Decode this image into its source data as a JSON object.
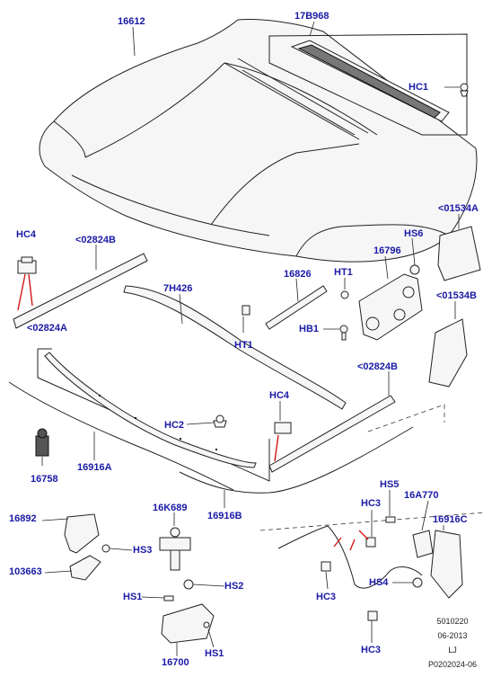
{
  "labels": {
    "hood": "16612",
    "cowl_vent_grille": "17B968",
    "hc1": "HC1",
    "hc4_left": "HC4",
    "seal_02824b_left": "<02824B",
    "bracket_01534a": "<01534A",
    "hs6": "HS6",
    "latch_16796": "16796",
    "strut_16826": "16826",
    "ht1_top": "HT1",
    "seal_7h426": "7H426",
    "ht1_bottom": "HT1",
    "hb1": "HB1",
    "bracket_01534b": "<01534B",
    "seal_02824a": "<02824A",
    "seal_02824b_right": "<02824B",
    "hc4_right": "HC4",
    "hc2": "HC2",
    "bumper_16758": "16758",
    "cable_16916a": "16916A",
    "cable_16916b": "16916B",
    "bracket_16892": "16892",
    "striker_16k689": "16K689",
    "hs3": "HS3",
    "part_103663": "103663",
    "hs2": "HS2",
    "hs1_left": "HS1",
    "catch_16700": "16700",
    "hs1_bottom": "HS1",
    "hc3_top": "HC3",
    "hs5": "HS5",
    "handle_16a770": "16A770",
    "bracket_16916c": "16916C",
    "hs4": "HS4",
    "hc3_left": "HC3",
    "hc3_bottom": "HC3"
  },
  "footer": {
    "ref_number": "5010220",
    "date": "06-2013",
    "initials": "LJ",
    "drawing_code": "P0202024-06"
  },
  "colors": {
    "label_text": "#1a1aa6",
    "leader_red": "#d21919",
    "outline": "#222222"
  }
}
